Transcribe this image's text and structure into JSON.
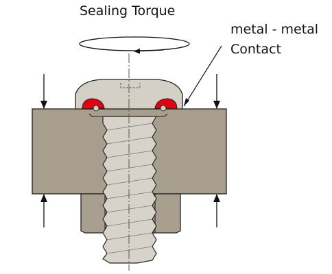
{
  "labels": {
    "sealing_torque": "Sealing Torque",
    "contact_line1": "metal - metal",
    "contact_line2": "Contact"
  },
  "colors": {
    "plate": "#a79e8e",
    "nut": "#a99f8f",
    "screw_head": "#d4d0c6",
    "screw_shank": "#d8d3ca",
    "seal": "#e3000f",
    "outline": "#222222"
  },
  "icons": [
    "rotation-arrow-icon",
    "pointer-arrow-icon",
    "clamp-arrow-icon"
  ]
}
